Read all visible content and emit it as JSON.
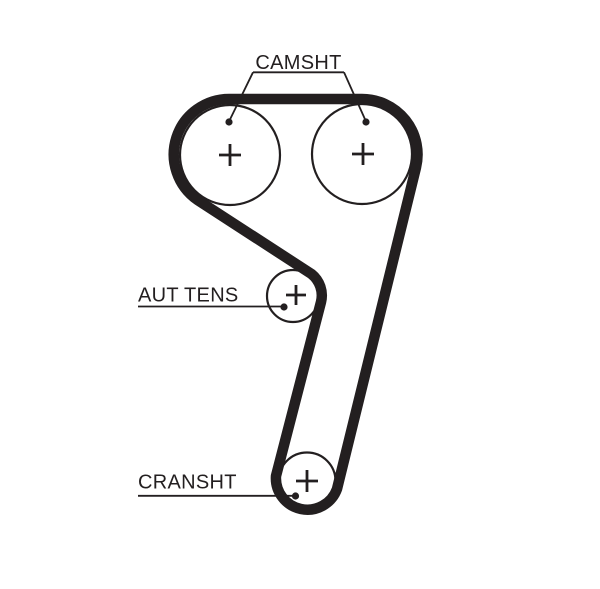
{
  "diagram_type": "timing-belt-routing",
  "colors": {
    "ink": "#231f20",
    "background": "#ffffff"
  },
  "labels": {
    "camshaft": "CAMSHT",
    "auto_tensioner": "AUT TENS",
    "crankshaft": "CRANSHT"
  },
  "icons": {
    "pulley_center_marker": "+"
  },
  "pulleys": [
    {
      "name": "camshaft-pulley-left",
      "label": "CAMSHT",
      "marker": "+"
    },
    {
      "name": "camshaft-pulley-right",
      "label": "CAMSHT",
      "marker": "+"
    },
    {
      "name": "auto-tensioner-pulley",
      "label": "AUT TENS",
      "marker": "+"
    },
    {
      "name": "crankshaft-pulley",
      "label": "CRANSHT",
      "marker": "+"
    }
  ]
}
